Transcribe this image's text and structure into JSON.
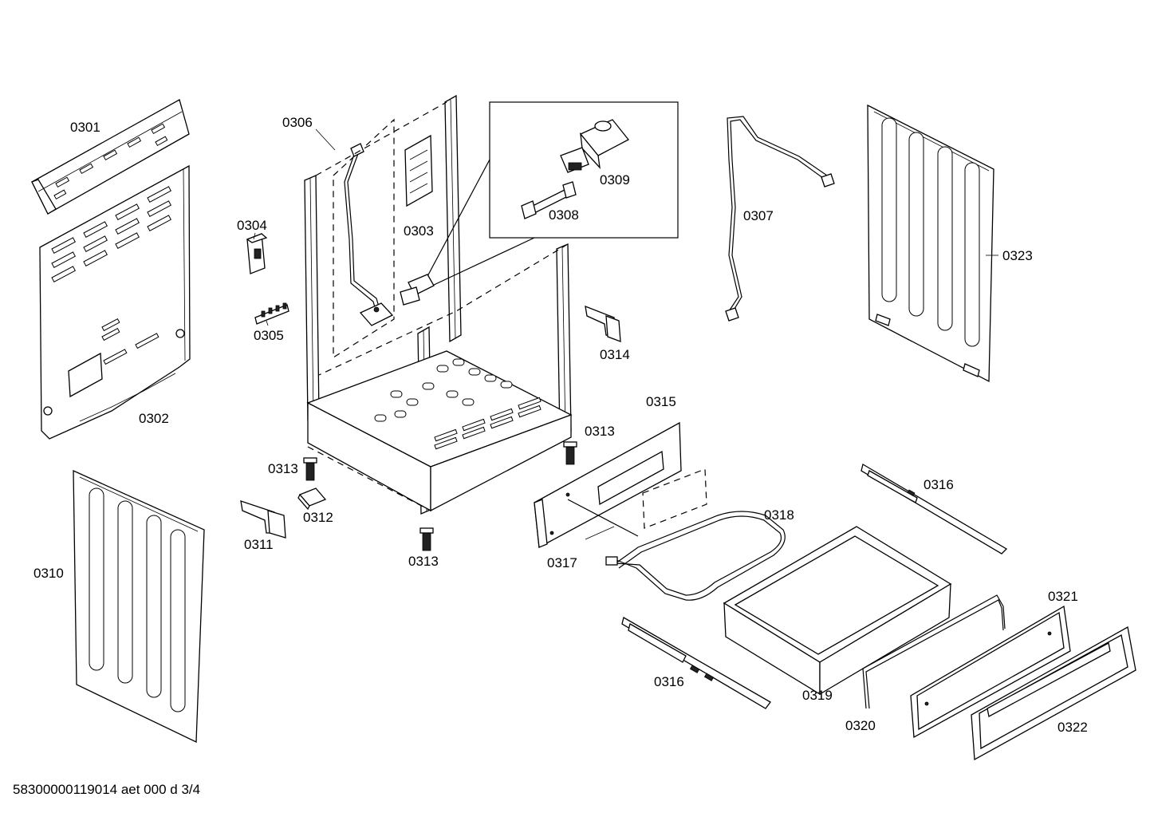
{
  "parts": {
    "p0301": "0301",
    "p0302": "0302",
    "p0303": "0303",
    "p0304": "0304",
    "p0305": "0305",
    "p0306": "0306",
    "p0307": "0307",
    "p0308": "0308",
    "p0309": "0309",
    "p0310": "0310",
    "p0311": "0311",
    "p0312": "0312",
    "p0313": "0313",
    "p0314": "0314",
    "p0315": "0315",
    "p0316": "0316",
    "p0317": "0317",
    "p0318": "0318",
    "p0319": "0319",
    "p0320": "0320",
    "p0321": "0321",
    "p0322": "0322",
    "p0323": "0323"
  },
  "footer": "58300000119014 aet 000 d 3/4"
}
